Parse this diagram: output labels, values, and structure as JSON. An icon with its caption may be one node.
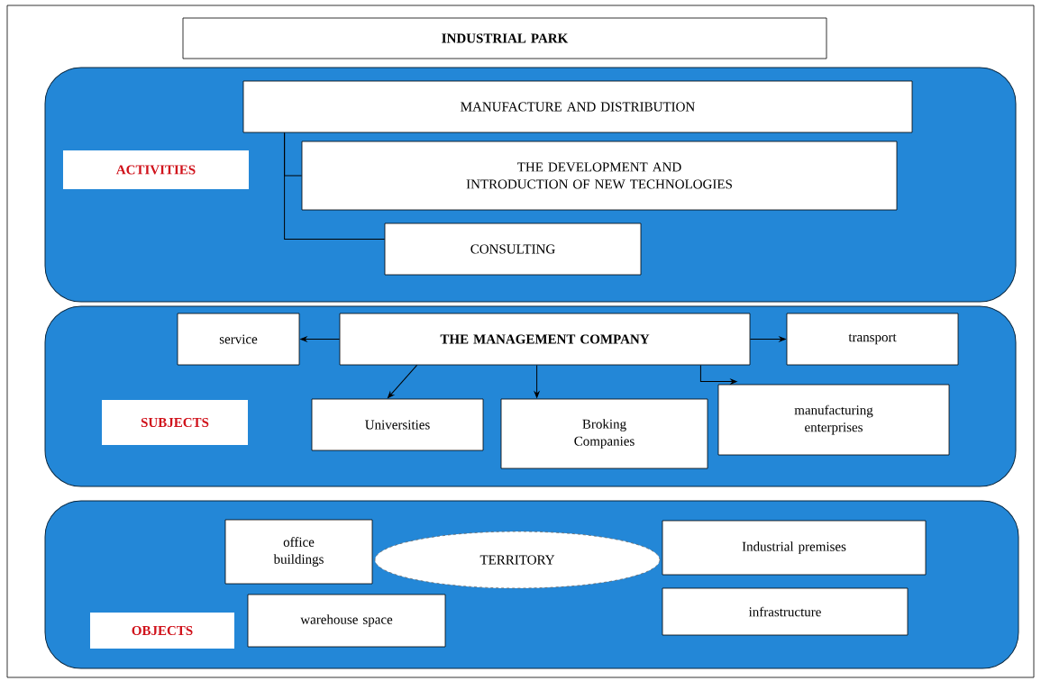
{
  "diagram": {
    "nodes": [
      {
        "text": [
          "INDUSTRIAL PARK"
        ]
      },
      {
        "text": [],
        "shape": "box"
      },
      {
        "text": [
          "ACTIVITIES"
        ],
        "in": 1
      },
      {
        "text": [
          "MANUFACTURE AND DISTRIBUTION"
        ],
        "in": 1
      },
      {
        "text": [
          "THE DEVELOPMENT AND INTRODUCTION OF NEW TECHNOLOGIES"
        ],
        "in": 1
      },
      {
        "text": [
          "CONSULTING"
        ],
        "in": 1
      },
      {
        "text": [],
        "shape": "box"
      },
      {
        "text": [
          "service"
        ],
        "in": 6
      },
      {
        "text": [
          "THE MANAGEMENT COMPANY"
        ],
        "in": 6
      },
      {
        "text": [
          "transport"
        ],
        "in": 6
      },
      {
        "text": [
          "SUBJECTS"
        ],
        "in": 6
      },
      {
        "text": [
          "Universities"
        ],
        "in": 6
      },
      {
        "text": [
          "Broking Companies"
        ],
        "in": 6
      },
      {
        "text": [
          "manufacturing enterprises"
        ],
        "in": 6
      },
      {
        "text": [],
        "shape": "box"
      },
      {
        "text": [
          "office buildings"
        ],
        "in": 14
      },
      {
        "text": [
          "TERRITORY"
        ],
        "in": 14
      },
      {
        "text": [
          "Industrial premises"
        ],
        "in": 14
      },
      {
        "text": [
          "warehouse space"
        ],
        "in": 14
      },
      {
        "text": [
          "infrastructure"
        ],
        "in": 14
      },
      {
        "text": [
          "OBJECTS"
        ],
        "in": 14
      }
    ],
    "edges": [
      {
        "from": 3,
        "to": 4,
        "arrow": "none"
      },
      {
        "from": 3,
        "to": 5,
        "arrow": "none"
      },
      {
        "from": 8,
        "to": 7,
        "arrow": "to"
      },
      {
        "from": 8,
        "to": 9,
        "arrow": "to"
      },
      {
        "from": 8,
        "to": 11,
        "arrow": "to"
      },
      {
        "from": 8,
        "to": 12,
        "arrow": "to"
      },
      {
        "from": 8,
        "to": 13,
        "arrow": "to"
      }
    ]
  }
}
